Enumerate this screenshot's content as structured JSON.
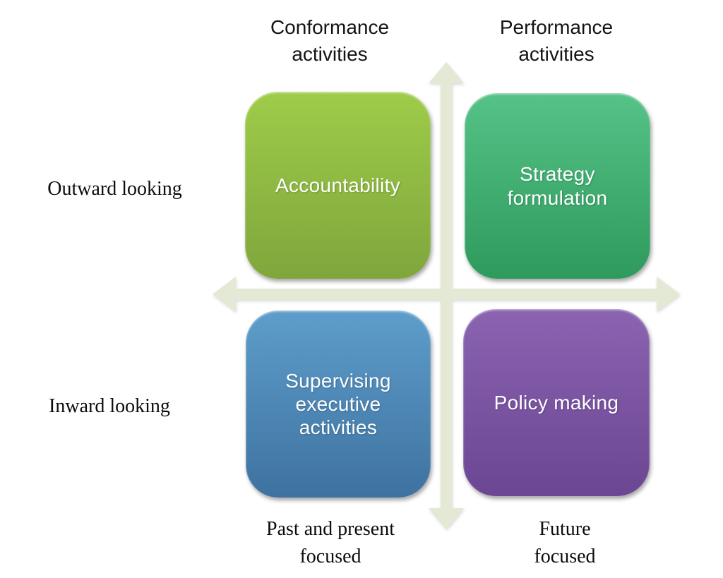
{
  "diagram": {
    "column_headers": [
      {
        "label": "Conformance\nactivities"
      },
      {
        "label": "Performance\nactivities"
      }
    ],
    "row_labels": [
      {
        "label": "Outward looking"
      },
      {
        "label": "Inward looking"
      }
    ],
    "bottom_labels": [
      {
        "label": "Past and present\nfocused"
      },
      {
        "label": "Future\nfocused"
      }
    ],
    "quadrants": [
      {
        "label": "Accountability",
        "color_top": "#9ecc49",
        "color_bottom": "#7fa63c"
      },
      {
        "label": "Strategy\nformulation",
        "color_top": "#55c287",
        "color_bottom": "#2e9a5c"
      },
      {
        "label": "Supervising\nexecutive\nactivities",
        "color_top": "#5e9dcb",
        "color_bottom": "#3e72a0"
      },
      {
        "label": "Policy making",
        "color_top": "#8a63b1",
        "color_bottom": "#6b4692"
      }
    ],
    "axes": {
      "color": "#e3e9d4"
    }
  }
}
